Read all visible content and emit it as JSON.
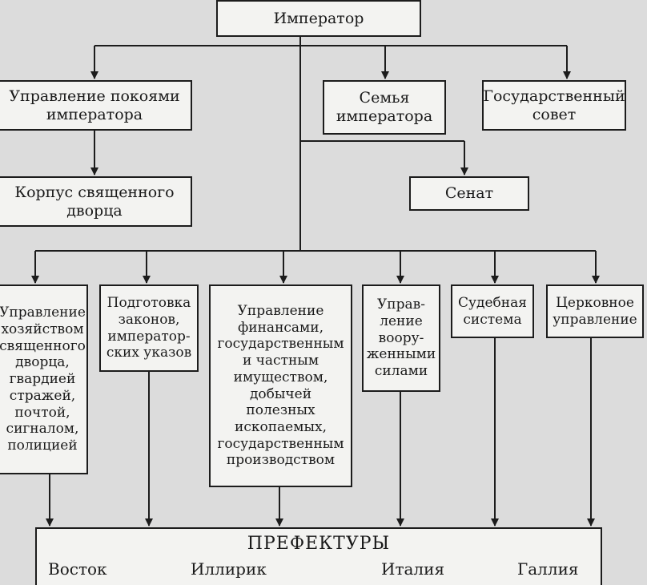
{
  "diagram": {
    "emperor": "Император",
    "chamber_admin": "Управление покоями\nимператора",
    "family": "Семья\nимператора",
    "state_council": "Государственный\nсовет",
    "palace_corps": "Корпус священного\nдворца",
    "senate": "Сенат",
    "palace_economy": "Управление\nхозяйством\nсвященного\nдворца,\nгвардией\nстражей,\nпочтой,\nсигналом,\nполицией",
    "laws": "Подготовка\nзаконов,\nимператор-\nских указов",
    "finance": "Управление\nфинансами,\nгосударственным\nи частным\nимуществом,\nдобычей\nполезных\nископаемых,\nгосударственным\nпроизводством",
    "army": "Управ-\nление\nвоору-\nженными\nсилами",
    "judiciary": "Судебная\nсистема",
    "church": "Церковное\nуправление",
    "prefectures": {
      "title": "ПРЕФЕКТУРЫ",
      "items": [
        "Восток",
        "Иллирик",
        "Италия",
        "Галлия"
      ]
    }
  }
}
